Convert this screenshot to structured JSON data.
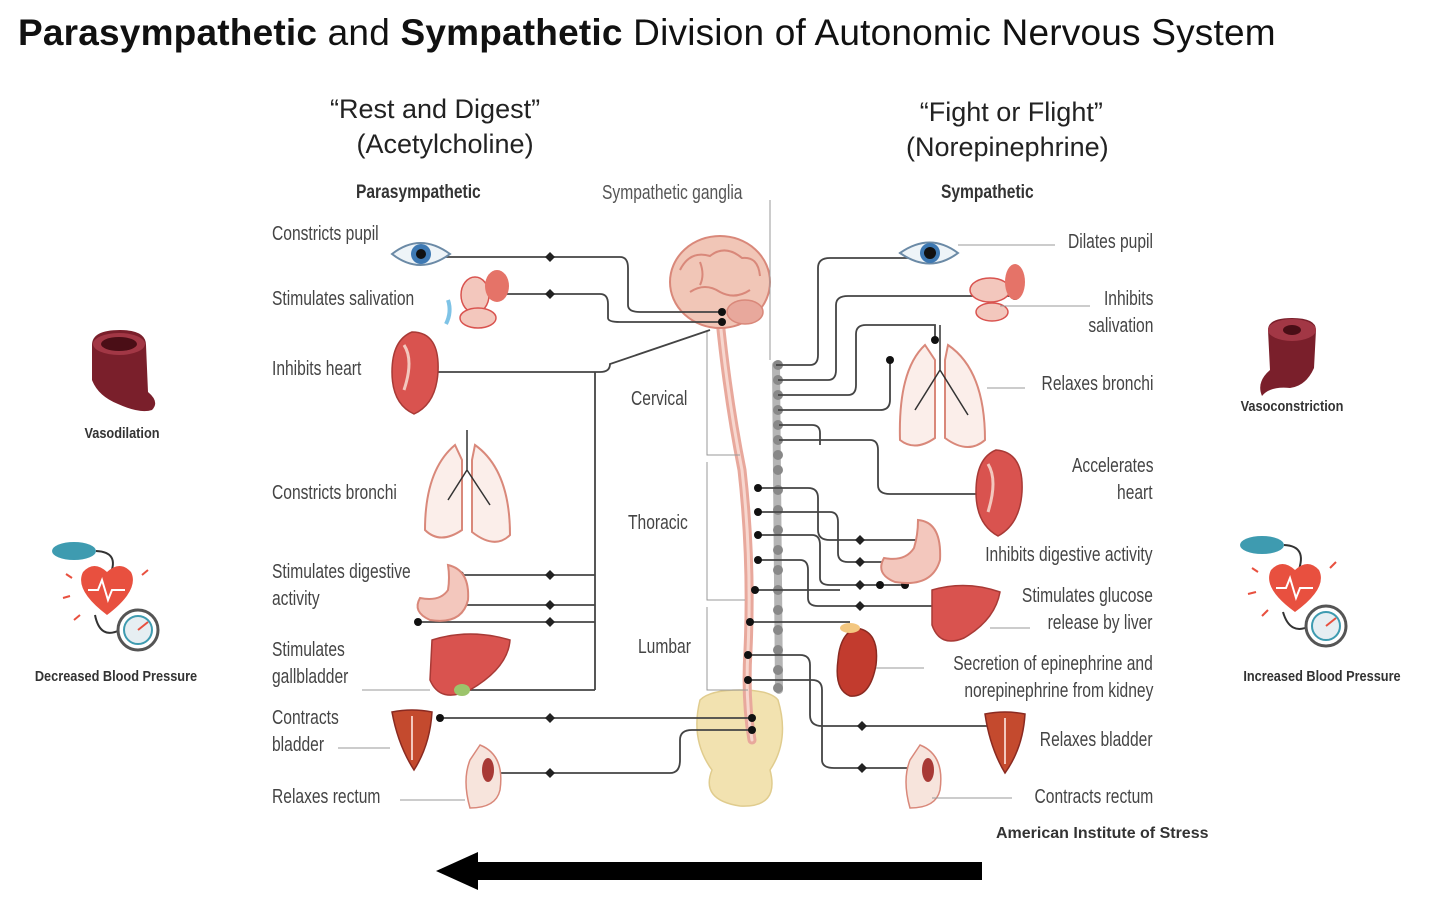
{
  "title": {
    "part1": "Parasympathetic",
    "part2": " and ",
    "part3": "Sympathetic",
    "part4": " Division of Autonomic Nervous System"
  },
  "para_header": {
    "line1": "“Rest and Digest”",
    "line2": "(Acetylcholine)"
  },
  "symp_header": {
    "line1": "“Fight or Flight”",
    "line2": "(Norepinephrine)"
  },
  "column_heads": {
    "para": "Parasympathetic",
    "symp": "Sympathetic",
    "ganglia": "Sympathetic ganglia"
  },
  "spine_regions": {
    "cervical": "Cervical",
    "thoracic": "Thoracic",
    "lumbar": "Lumbar"
  },
  "para_effects": [
    "Constricts pupil",
    "Stimulates salivation",
    "Inhibits heart",
    "Constricts bronchi",
    "Stimulates digestive",
    "activity",
    "Stimulates",
    "gallbladder",
    "Contracts",
    "bladder",
    "Relaxes rectum"
  ],
  "symp_effects": [
    "Dilates pupil",
    "Inhibits",
    "salivation",
    "Relaxes bronchi",
    "Accelerates",
    "heart",
    "Inhibits digestive activity",
    "Stimulates glucose",
    "release by liver",
    "Secretion of epinephrine and",
    "norepinephrine from kidney",
    "Relaxes bladder",
    "Contracts rectum"
  ],
  "side_left": {
    "vessel": "Vasodilation",
    "bp": "Decreased Blood Pressure"
  },
  "side_right": {
    "vessel": "Vasoconstriction",
    "bp": "Increased Blood Pressure"
  },
  "credit": "American Institute of Stress",
  "icons": [
    "eye-icon",
    "salivary-gland-icon",
    "heart-icon",
    "lungs-icon",
    "stomach-icon",
    "liver-icon",
    "kidney-icon",
    "bladder-icon",
    "rectum-icon",
    "brain-icon",
    "spinal-cord-icon",
    "blood-vessel-icon",
    "blood-pressure-cuff-icon",
    "arrow-left-icon"
  ],
  "colors": {
    "organ": "#d9534f",
    "organ_light": "#f3c7bd",
    "vessel": "#7a1f2b",
    "spine": "#e8a89c",
    "bone": "#f2e2b0",
    "ganglia": "#b5b5b5",
    "cuff": "#3e9bb0",
    "arrow": "#000000"
  }
}
